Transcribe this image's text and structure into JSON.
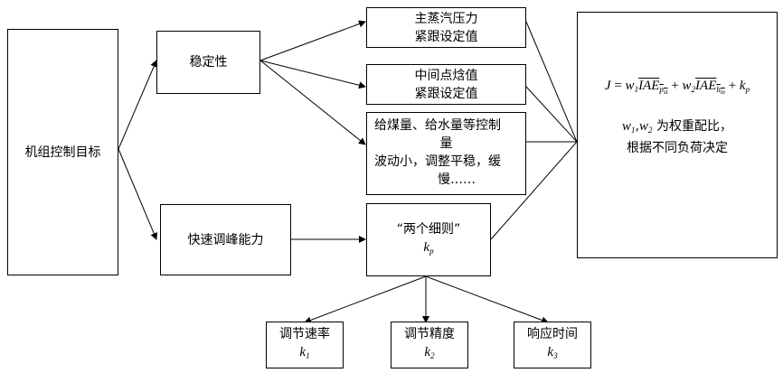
{
  "nodes": {
    "goal": "机组控制目标",
    "stability": "稳定性",
    "peak": "快速调峰能力",
    "steam_line1": "主蒸汽压力",
    "steam_line2": "紧跟设定值",
    "enthalpy_line1": "中间点焓值",
    "enthalpy_line2": "紧跟设定值",
    "coal_line1": "给煤量、给水量等控制",
    "coal_line2": "量",
    "coal_line3": "波动小，调整平稳，缓",
    "coal_line4": "慢……",
    "rules_title": "“两个细则”",
    "rules_var": "k",
    "rules_var_sub": "p",
    "rate_label": "调节速率",
    "rate_var": "k",
    "rate_var_sub": "1",
    "precision_label": "调节精度",
    "precision_var": "k",
    "precision_var_sub": "2",
    "response_label": "响应时间",
    "response_var": "k",
    "response_var_sub": "3"
  },
  "objective": {
    "lhs": "J",
    "eq": " = ",
    "w1": "w",
    "w1_sub": "1",
    "iae1": "IAE",
    "iae1_sub": "p",
    "iae1_subsub": "st",
    "plus1": " + ",
    "w2": "w",
    "w2_sub": "2",
    "iae2": "IAE",
    "iae2_sub": "h",
    "iae2_subsub": "m",
    "plus2": " + ",
    "kp": "k",
    "kp_sub": "p",
    "weights_text_w1": "w",
    "weights_text_w1_sub": "1",
    "weights_sep": ",",
    "weights_text_w2": "w",
    "weights_text_w2_sub": "2",
    "weights_line1_suffix": " 为权重配比，",
    "weights_line2": "根据不同负荷决定"
  }
}
